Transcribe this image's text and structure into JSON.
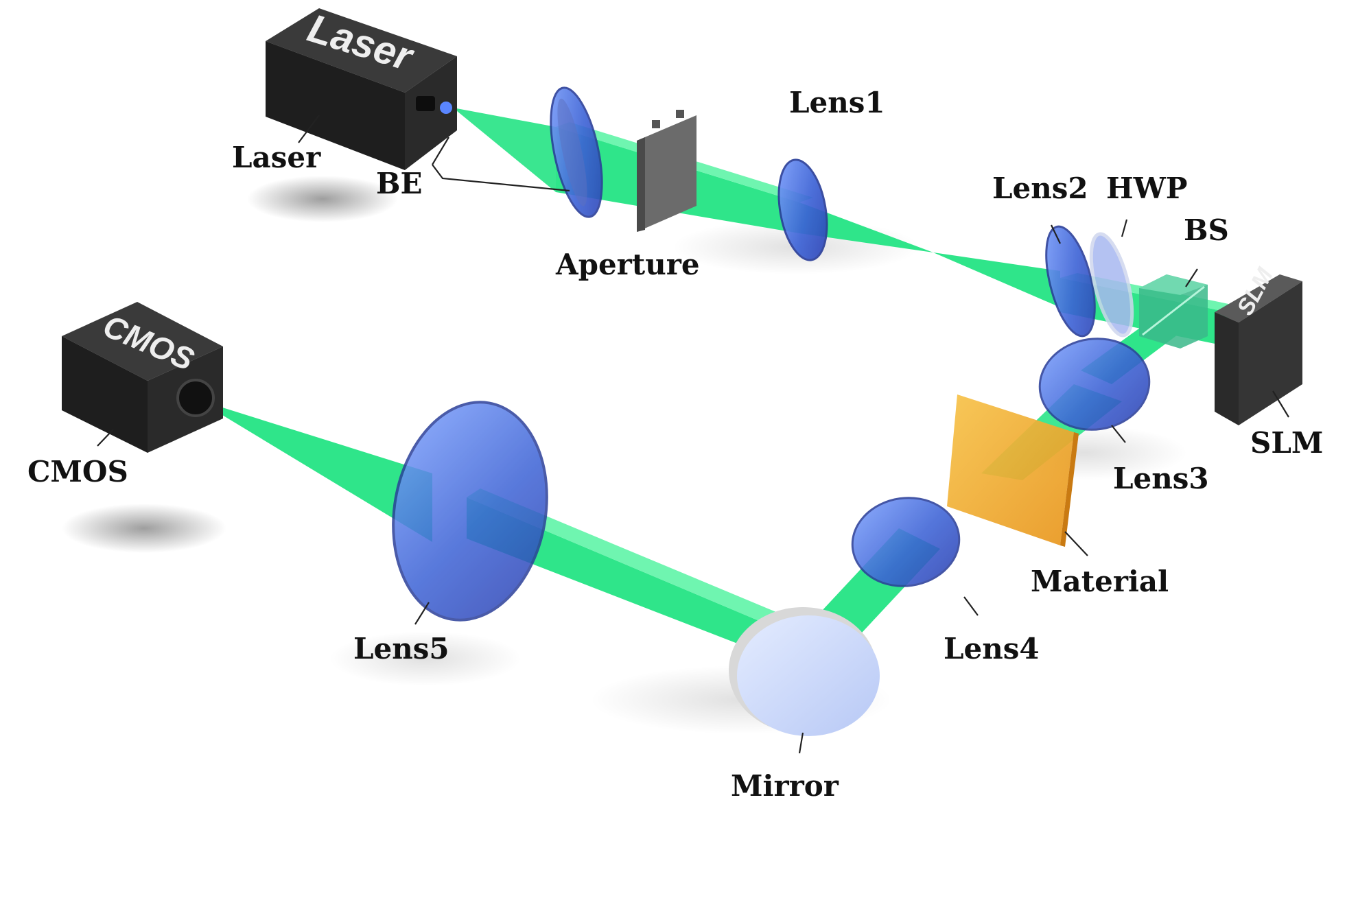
{
  "colors": {
    "beam": "#2fe58a",
    "lens": "#4f78d8",
    "housing": "#1e1e1e",
    "material": "#f0a828",
    "mirror": "#cfdcff"
  },
  "device_text": {
    "laser": "Laser",
    "cmos": "CMOS",
    "slm": "SLM"
  },
  "labels": {
    "laser": "Laser",
    "be": "BE",
    "aperture": "Aperture",
    "lens1": "Lens1",
    "lens2": "Lens2",
    "hwp": "HWP",
    "bs": "BS",
    "slm": "SLM",
    "lens3": "Lens3",
    "material": "Material",
    "lens4": "Lens4",
    "mirror": "Mirror",
    "lens5": "Lens5",
    "cmos": "CMOS"
  }
}
